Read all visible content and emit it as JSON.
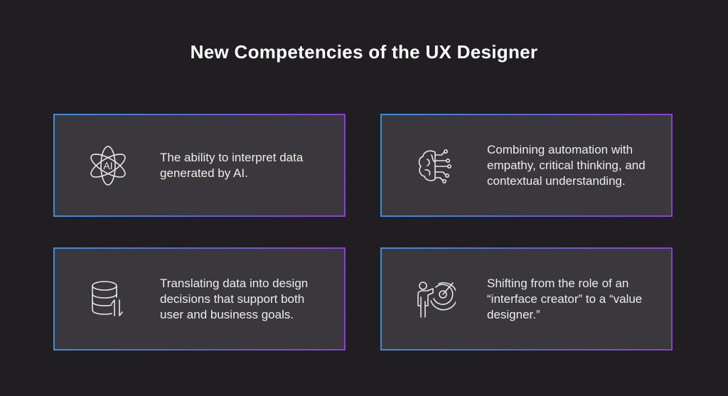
{
  "title": "New Competencies of the UX Designer",
  "cards": [
    {
      "icon": "ai-atom-icon",
      "icon_text": "AI",
      "text": "The ability to interpret data generated by AI."
    },
    {
      "icon": "brain-circuit-icon",
      "text": "Combining automation with empathy, critical thinking, and contextual understanding."
    },
    {
      "icon": "database-transfer-icon",
      "text": "Translating data into design decisions that support both user and business goals."
    },
    {
      "icon": "person-target-icon",
      "text": "Shifting from the role of an “interface creator” to a “value designer.”"
    }
  ],
  "colors": {
    "background": "#201e21",
    "card": "#3a383c",
    "border_start": "#3b8edb",
    "border_end": "#8a3fd4"
  }
}
